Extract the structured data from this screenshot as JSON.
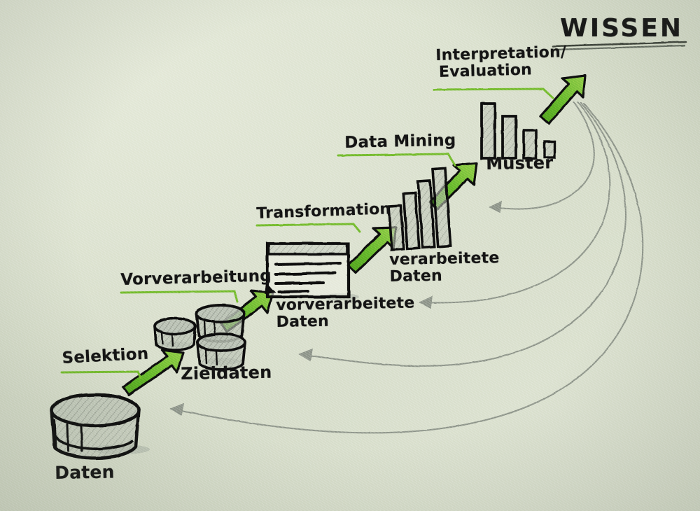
{
  "diagram": {
    "title": "WISSEN",
    "medium": "hand-drawn sketch on paper",
    "colors": {
      "paper": "#d7ddca",
      "ink": "#131313",
      "accent_green": "#5ab024",
      "green_light": "#8cc63f",
      "feedback_grey": "#8b9287",
      "shade_grey": "#9aa296"
    }
  },
  "labels": {
    "knowledge": "WISSEN",
    "interpretation_line1": "Interpretation/",
    "interpretation_line2": "Evaluation",
    "data_mining": "Data Mining",
    "patterns": "Muster",
    "transformation": "Transformation",
    "processed_line1": "verarbeitete",
    "processed_line2": "Daten",
    "preprocessing": "Vorverarbeitung",
    "preprocessed_line1": "vorverarbeitete",
    "preprocessed_line2": "Daten",
    "selection": "Selektion",
    "target_data": "Zieldaten",
    "data": "Daten"
  },
  "steps": [
    {
      "id": "selektion",
      "label": "Selektion",
      "underlined": true,
      "arrow": "green"
    },
    {
      "id": "vorverarbeitung",
      "label": "Vorverarbeitung",
      "underlined": true,
      "arrow": "green"
    },
    {
      "id": "transformation",
      "label": "Transformation",
      "underlined": true,
      "arrow": "green"
    },
    {
      "id": "data-mining",
      "label": "Data Mining",
      "underlined": true,
      "arrow": "green"
    },
    {
      "id": "interpretation",
      "label": "Interpretation/Evaluation",
      "underlined": true,
      "arrow": "green"
    }
  ],
  "artifacts": [
    {
      "id": "daten",
      "label": "Daten",
      "icon": "database-cylinder-large",
      "count": 1
    },
    {
      "id": "zieldaten",
      "label": "Zieldaten",
      "icon": "database-cylinder-small",
      "count": 3
    },
    {
      "id": "vorverarbeitete-daten",
      "label": "vorverarbeitete Daten",
      "icon": "table-document",
      "count": 1
    },
    {
      "id": "verarbeitete-daten",
      "label": "verarbeitete Daten",
      "icon": "bar-chart-ascending",
      "count": 4
    },
    {
      "id": "muster",
      "label": "Muster",
      "icon": "bar-chart-descending",
      "count": 4
    },
    {
      "id": "wissen",
      "label": "WISSEN",
      "icon": "underlined-heading",
      "count": 1
    }
  ],
  "chart_data": [
    {
      "type": "bar",
      "id": "verarbeitete-daten",
      "title": "verarbeitete Daten",
      "categories": [
        "1",
        "2",
        "3",
        "4"
      ],
      "values": [
        55,
        68,
        82,
        95
      ],
      "ylim": [
        0,
        100
      ],
      "grid": false,
      "note": "ascending hatched bars, tilted"
    },
    {
      "type": "bar",
      "id": "muster",
      "title": "Muster",
      "categories": [
        "1",
        "2",
        "3",
        "4"
      ],
      "values": [
        95,
        62,
        40,
        18
      ],
      "ylim": [
        0,
        100
      ],
      "grid": false,
      "note": "descending hatched bars"
    }
  ],
  "feedback_arrows": {
    "count": 4,
    "color": "#8b9287",
    "style": "thin pencil curves from knowledge stage back to earlier stages",
    "targets": [
      "muster",
      "vorverarbeitete-daten",
      "zieldaten",
      "daten"
    ]
  }
}
